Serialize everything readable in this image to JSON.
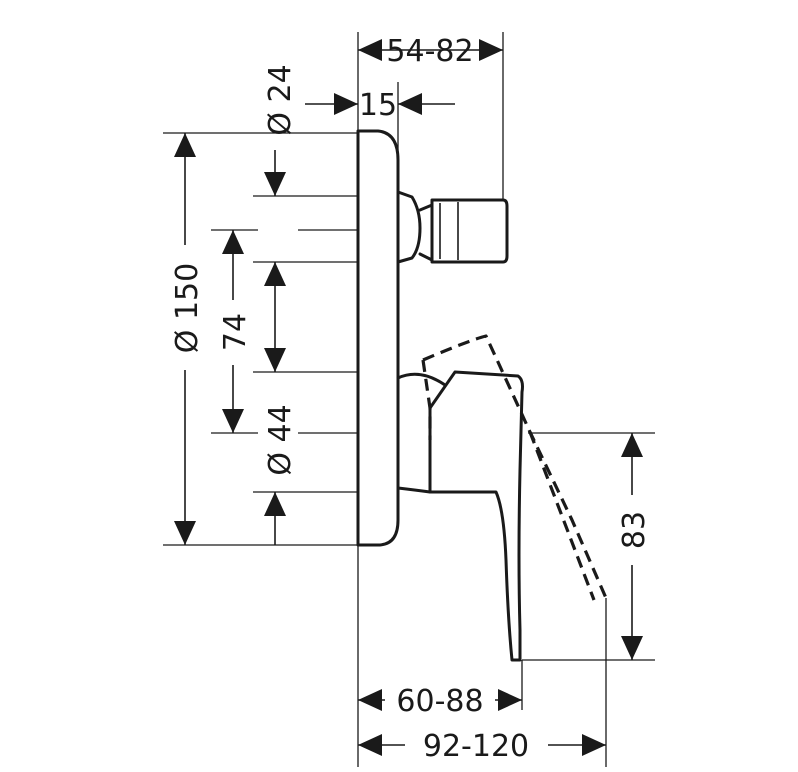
{
  "diagram": {
    "dimensions": {
      "top_width": "54-82",
      "top_offset": "15",
      "outlet_diameter": "Ø 24",
      "plate_diameter": "Ø 150",
      "center_distance": "74",
      "body_diameter": "Ø 44",
      "handle_height": "83",
      "lever_depth": "60-88",
      "total_depth": "92-120"
    },
    "colors": {
      "line": "#1a1a1a",
      "background": "#ffffff"
    }
  }
}
